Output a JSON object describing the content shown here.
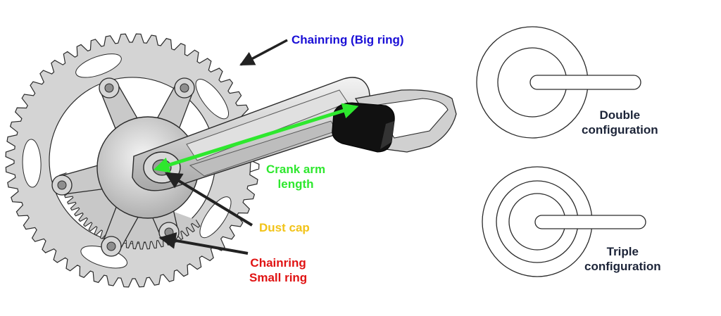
{
  "labels": {
    "big_ring": "Chainring (Big ring)",
    "crank_arm": [
      "Crank arm",
      "length"
    ],
    "dust_cap": "Dust cap",
    "small_ring": [
      "Chainring",
      "Small ring"
    ],
    "double": [
      "Double",
      "configuration"
    ],
    "triple": [
      "Triple",
      "configuration"
    ]
  },
  "colors": {
    "big_ring": "#1a0fd6",
    "crank_arm": "#2ee82e",
    "dust_cap": "#f2c318",
    "small_ring": "#e01313",
    "config_text": "#1c2438",
    "metal": "#d4d4d4",
    "metal_dark": "#9a9a9a",
    "outline": "#2a2a2a",
    "pedal_body": "#111111",
    "arrow": "#222222"
  }
}
